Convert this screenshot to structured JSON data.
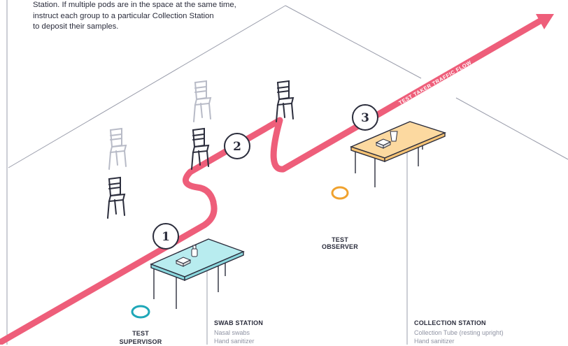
{
  "instructions": {
    "lines": [
      "Station. If multiple pods are in the space at the same time,",
      "instruct each group to a particular Collection Station",
      "to deposit their samples."
    ]
  },
  "flow_label": "TEST TAKER TRAFFIC FLOW",
  "steps": [
    "1",
    "2",
    "3"
  ],
  "test_supervisor": {
    "line1": "TEST",
    "line2": "SUPERVISOR",
    "ring_color": "#1ea7b8"
  },
  "test_observer": {
    "line1": "TEST",
    "line2": "OBSERVER",
    "ring_color": "#f0a22e"
  },
  "swab_station": {
    "title": "SWAB STATION",
    "items": [
      "Nasal swabs",
      "Hand sanitizer"
    ],
    "table_color": "#b8ecef"
  },
  "collection_station": {
    "title": "COLLECTION STATION",
    "items": [
      "Collection Tube (resting upright)",
      "Hand sanitizer"
    ],
    "table_color": "#fcd9a0"
  },
  "colors": {
    "flow": "#ee5e7a",
    "ink": "#2b2d3c",
    "light_ink": "#a0a4b2"
  }
}
